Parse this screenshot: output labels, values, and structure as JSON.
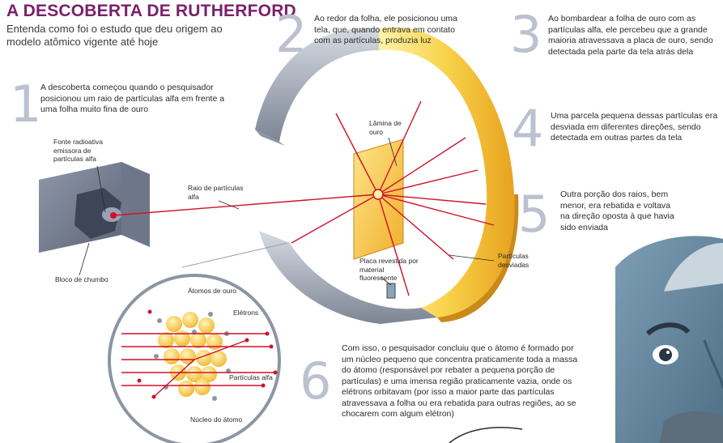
{
  "header": {
    "title": "A DESCOBERTA DE RUTHERFORD",
    "subtitle": "Entenda como foi o estudo que deu origem ao modelo atômico vigente até hoje"
  },
  "steps": [
    {
      "number": "1",
      "text": "A descoberta começou quando o pesquisador posicionou um raio de partículas alfa em frente a uma folha muito fina de ouro"
    },
    {
      "number": "2",
      "text": "Ao redor da folha, ele posicionou uma tela, que, quando entrava em contato com as partículas, produzia luz"
    },
    {
      "number": "3",
      "text": "Ao bombardear a folha de ouro com as partículas alfa, ele percebeu que a grande maioria atravessava a placa de ouro, sendo detectada pela parte da tela atrás dela"
    },
    {
      "number": "4",
      "text": "Uma parcela pequena dessas partículas era desviada em diferentes direções, sendo detectada em outras partes da tela"
    },
    {
      "number": "5",
      "text": "Outra porção dos raios, bem menor, era rebatida e voltava na direção oposta à que havia sido enviada"
    },
    {
      "number": "6",
      "text": "Com isso, o pesquisador concluiu que o átomo é formado por um núcleo pequeno que concentra praticamente toda a massa do átomo (responsável por rebater a pequena porção de partículas) e uma imensa região praticamente vazia, onde os elétrons orbitavam (por isso a maior parte das partículas atravessava a folha ou era rebatida para outras regiões, ao se chocarem com algum elétron)"
    }
  ],
  "labels": {
    "source": "Fonte radioativa emissora de partículas alfa",
    "lead_block": "Bloco de chumbo",
    "ray": "Raio de partículas alfa",
    "gold_foil": "Lâmina de ouro",
    "plate": "Placa revestida por material fluorescente",
    "deflected": "Partículas desviadas",
    "gold_atoms": "Átomos de ouro",
    "electrons": "Elétrons",
    "alpha_particles": "Partículas alfa",
    "nucleus": "Núcleo do átomo"
  },
  "colors": {
    "title": "#7a1f6b",
    "ray": "#d0112b",
    "gold": "#f2b632",
    "number": "#bcc1cf",
    "screen": "#9aa2ae",
    "lead": "#6b7486"
  }
}
